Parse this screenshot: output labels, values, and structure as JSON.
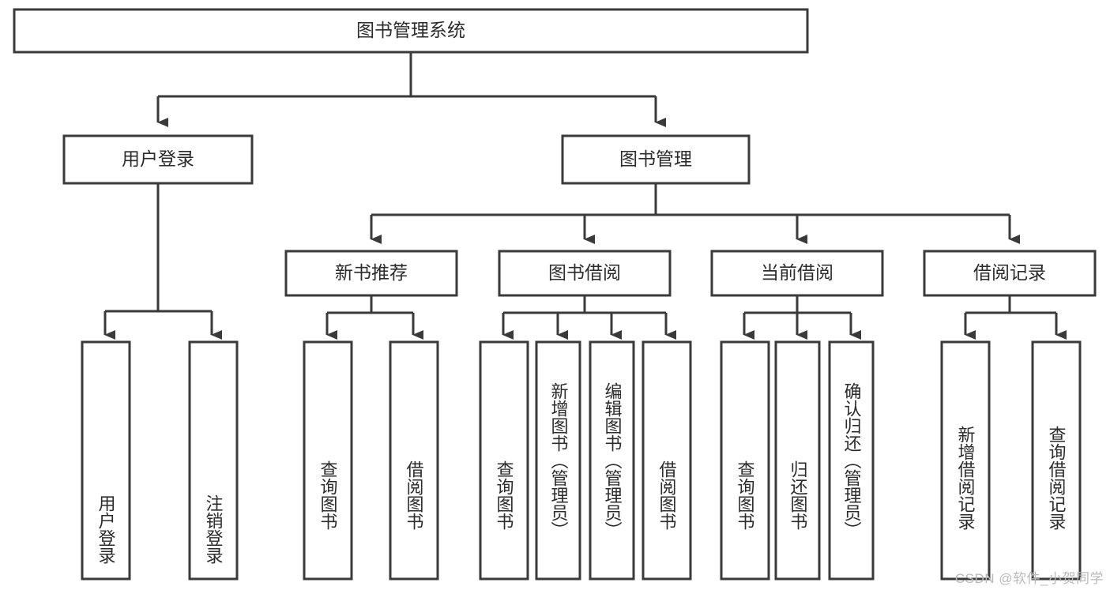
{
  "diagram": {
    "title": "图书管理系统",
    "type": "hierarchy-tree",
    "watermark": "CSDN @软件_小贺同学",
    "colors": {
      "stroke": "#3a3a3a",
      "fill": "#ffffff",
      "text": "#2b2b2b",
      "watermark": "#b9b9b9",
      "background": "#ffffff"
    },
    "root": {
      "id": "root",
      "label": "图书管理系统",
      "orientation": "horizontal"
    },
    "level2": [
      {
        "id": "user-login",
        "label": "用户登录",
        "orientation": "horizontal"
      },
      {
        "id": "book-management",
        "label": "图书管理",
        "orientation": "horizontal"
      }
    ],
    "level3": [
      {
        "id": "new-book-recommend",
        "label": "新书推荐",
        "orientation": "horizontal",
        "parent": "book-management"
      },
      {
        "id": "book-borrow",
        "label": "图书借阅",
        "orientation": "horizontal",
        "parent": "book-management"
      },
      {
        "id": "current-borrow",
        "label": "当前借阅",
        "orientation": "horizontal",
        "parent": "book-management"
      },
      {
        "id": "borrow-record",
        "label": "借阅记录",
        "orientation": "horizontal",
        "parent": "book-management"
      }
    ],
    "leaves": [
      {
        "id": "leaf-user-login",
        "label": "用户登录",
        "orientation": "vertical",
        "parent": "user-login"
      },
      {
        "id": "leaf-logout",
        "label": "注销登录",
        "orientation": "vertical",
        "parent": "user-login"
      },
      {
        "id": "leaf-query-book-1",
        "label": "查询图书",
        "orientation": "vertical",
        "parent": "new-book-recommend"
      },
      {
        "id": "leaf-borrow-book-1",
        "label": "借阅图书",
        "orientation": "vertical",
        "parent": "new-book-recommend"
      },
      {
        "id": "leaf-query-book-2",
        "label": "查询图书",
        "orientation": "vertical",
        "parent": "book-borrow"
      },
      {
        "id": "leaf-add-book",
        "label": "新增图书（管理员）",
        "orientation": "vertical",
        "parent": "book-borrow"
      },
      {
        "id": "leaf-edit-book",
        "label": "编辑图书（管理员）",
        "orientation": "vertical",
        "parent": "book-borrow"
      },
      {
        "id": "leaf-borrow-book-2",
        "label": "借阅图书",
        "orientation": "vertical",
        "parent": "book-borrow"
      },
      {
        "id": "leaf-query-book-3",
        "label": "查询图书",
        "orientation": "vertical",
        "parent": "current-borrow"
      },
      {
        "id": "leaf-return-book",
        "label": "归还图书",
        "orientation": "vertical",
        "parent": "current-borrow"
      },
      {
        "id": "leaf-confirm-return",
        "label": "确认归还（管理员）",
        "orientation": "vertical",
        "parent": "current-borrow"
      },
      {
        "id": "leaf-add-record",
        "label": "新增借阅记录",
        "orientation": "vertical",
        "parent": "borrow-record"
      },
      {
        "id": "leaf-query-record",
        "label": "查询借阅记录",
        "orientation": "vertical",
        "parent": "borrow-record"
      }
    ]
  }
}
